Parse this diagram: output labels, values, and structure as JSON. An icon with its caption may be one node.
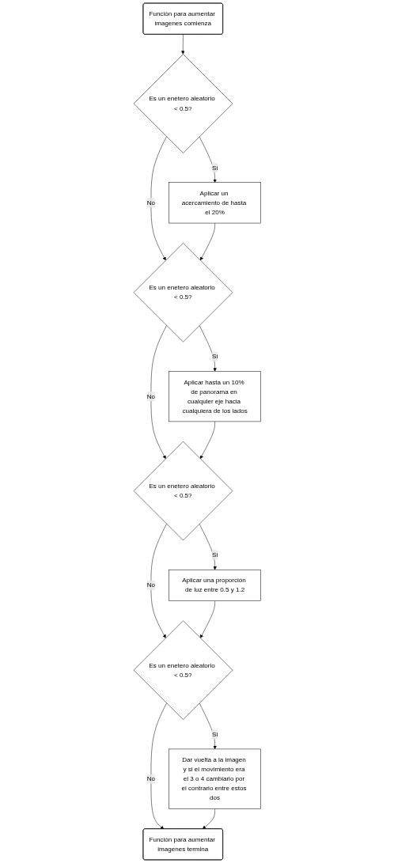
{
  "diagram": {
    "nodes": [
      {
        "text": [
          "Función para aumentar imagenes comienza"
        ]
      },
      {
        "text": [
          "Es un enetero aleatorio < 0.5?"
        ]
      },
      {
        "text": [
          "Aplicar un acercamiento de hasta el 20%"
        ]
      },
      {
        "text": [
          "Es un enetero aleatorio < 0.5?"
        ]
      },
      {
        "text": [
          "Aplicar hasta un 10% de panorama en cualquier eje hacia cualquiera de los lados"
        ]
      },
      {
        "text": [
          "Es un enetero aleatorio < 0.5?"
        ]
      },
      {
        "text": [
          "Aplicar una proporción de luz entre 0.5 y 1.2"
        ]
      },
      {
        "text": [
          "Es un enetero aleatorio < 0.5?"
        ]
      },
      {
        "text": [
          "Dar vuelta a la imagen y si el movimiento era el 3 o 4 cambiarlo por el contrario entre estos dos"
        ]
      },
      {
        "text": [
          "Función para aumentar imagenes termina"
        ]
      }
    ],
    "edges": [
      {
        "from": 0,
        "to": 1,
        "arrow": "to"
      },
      {
        "from": 1,
        "to": 2,
        "arrow": "to",
        "label": "Si"
      },
      {
        "from": 1,
        "to": 3,
        "arrow": "to",
        "label": "No"
      },
      {
        "from": 2,
        "to": 3,
        "arrow": "to"
      },
      {
        "from": 3,
        "to": 4,
        "arrow": "to",
        "label": "Si"
      },
      {
        "from": 3,
        "to": 5,
        "arrow": "to",
        "label": "No"
      },
      {
        "from": 4,
        "to": 5,
        "arrow": "to"
      },
      {
        "from": 5,
        "to": 6,
        "arrow": "to",
        "label": "Si"
      },
      {
        "from": 5,
        "to": 7,
        "arrow": "to",
        "label": "No"
      },
      {
        "from": 6,
        "to": 7,
        "arrow": "to"
      },
      {
        "from": 7,
        "to": 8,
        "arrow": "to",
        "label": "Si"
      },
      {
        "from": 7,
        "to": 9,
        "arrow": "to",
        "label": "No"
      },
      {
        "from": 8,
        "to": 9,
        "arrow": "to"
      }
    ]
  }
}
